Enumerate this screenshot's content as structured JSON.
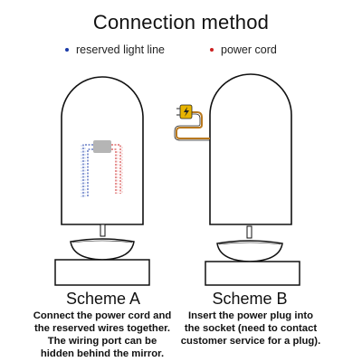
{
  "title": "Connection method",
  "legend": [
    {
      "label": "reserved light line",
      "color": "#1a3aa8"
    },
    {
      "label": "power cord",
      "color": "#cc2222"
    }
  ],
  "schemes": [
    {
      "title": "Scheme A",
      "description_lines": [
        "Connect the power cord and",
        "the reserved wires together.",
        "The wiring port can be",
        "hidden behind the mirror."
      ]
    },
    {
      "title": "Scheme B",
      "description_lines": [
        "Insert the power plug into",
        "the socket (need to contact",
        "customer service for a plug)."
      ]
    }
  ],
  "colors": {
    "outline": "#111111",
    "junction_box": "#b5b5b5",
    "plug": "#e8b400",
    "cord": "#b8781e"
  }
}
